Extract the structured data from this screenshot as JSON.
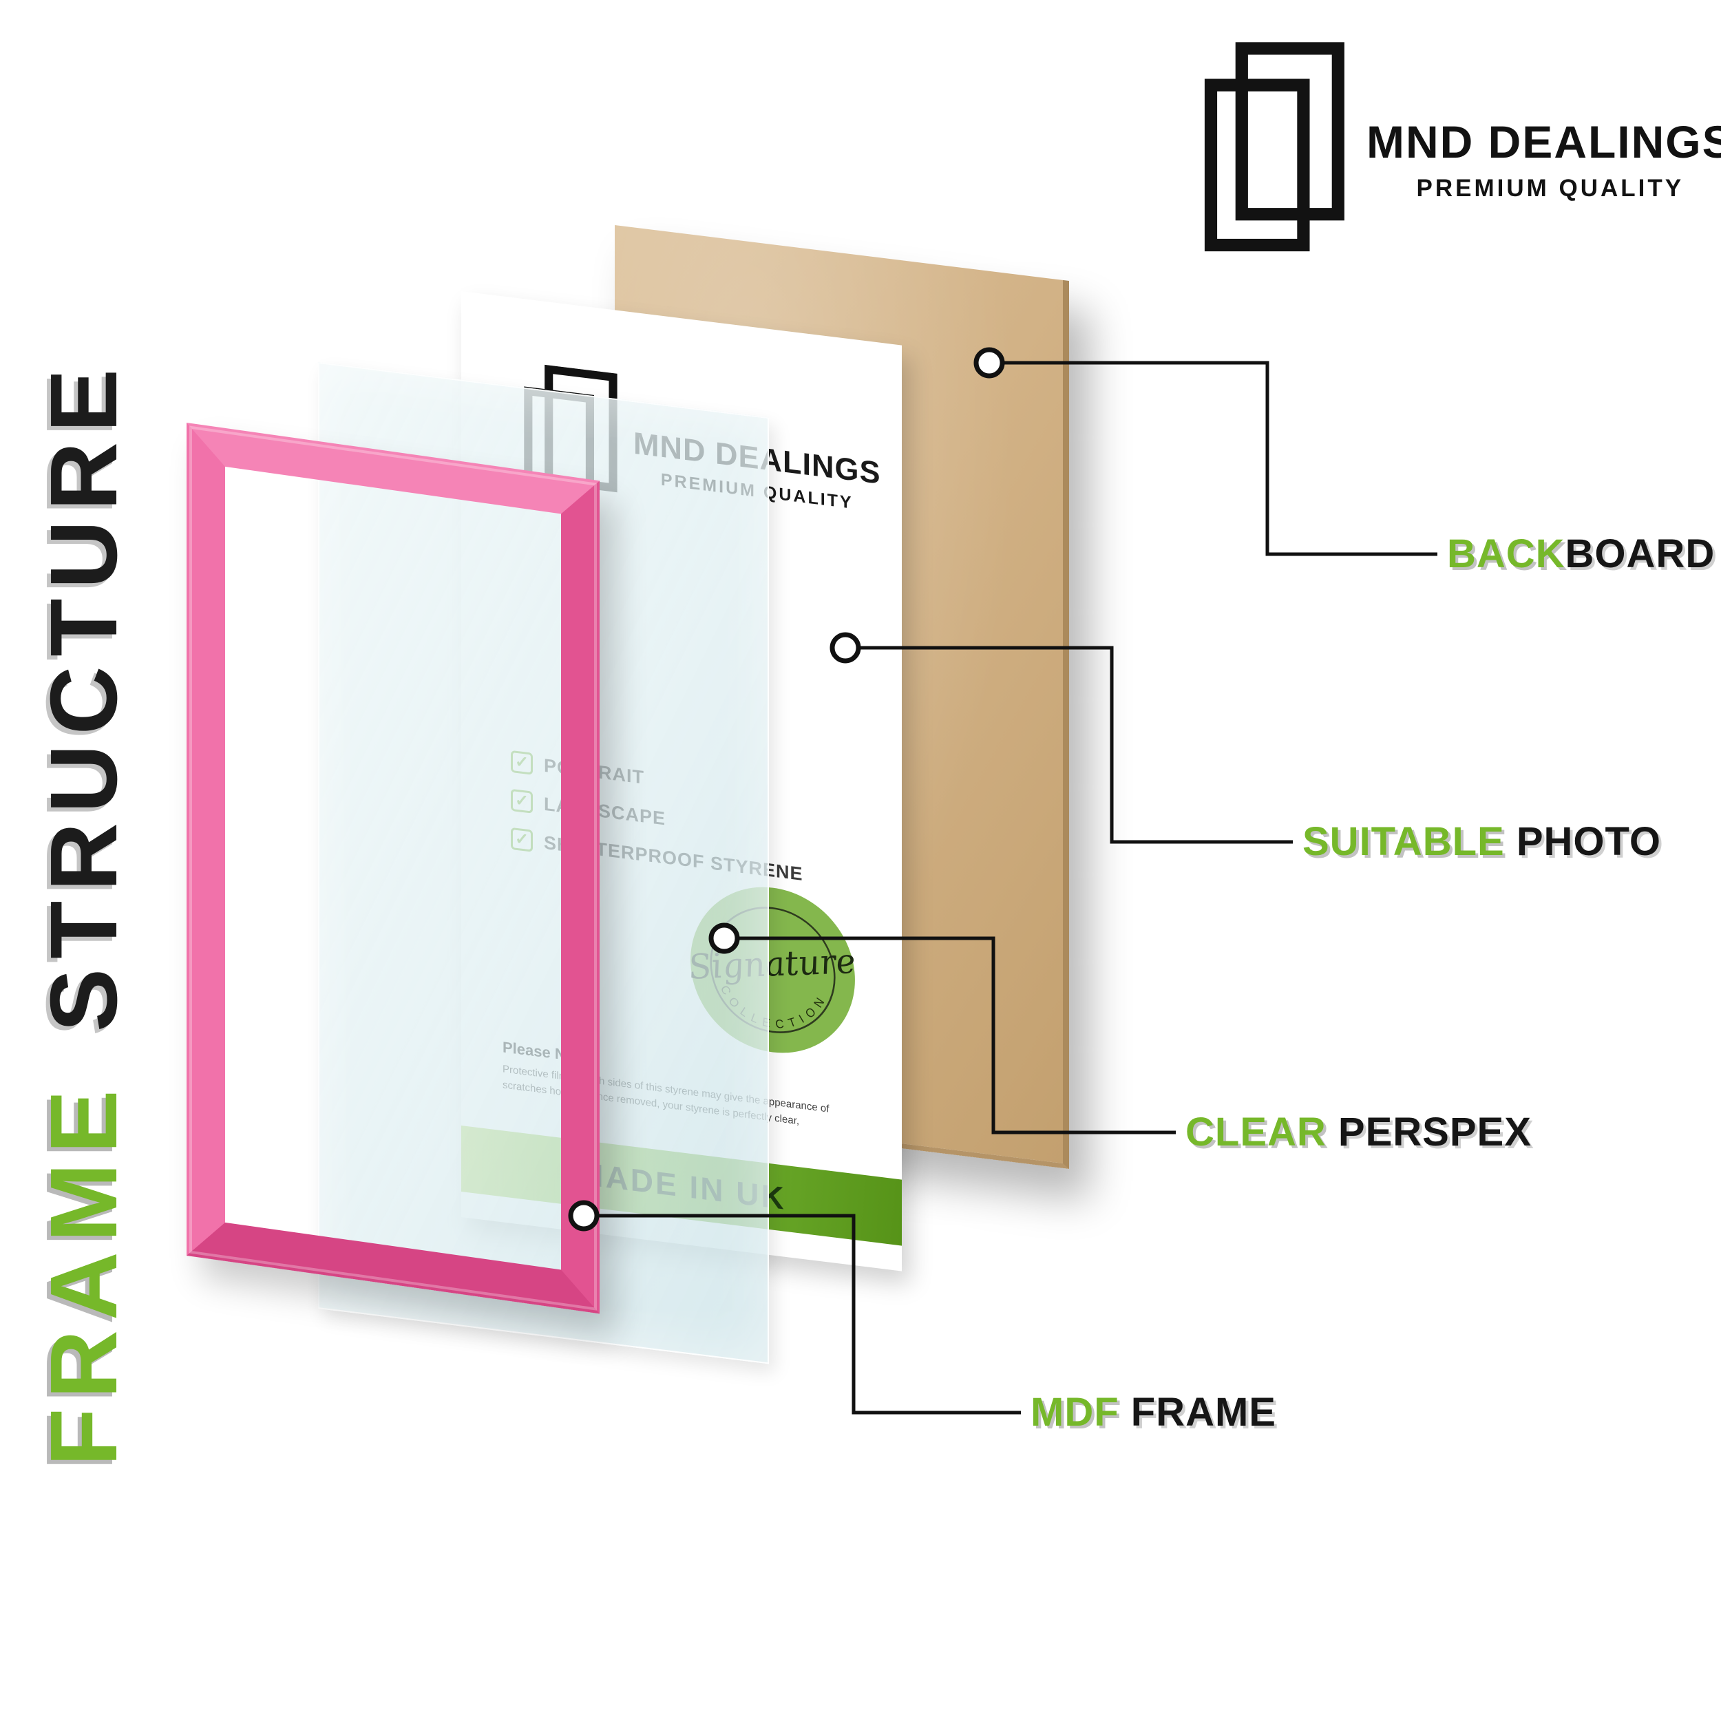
{
  "brand": {
    "name": "MND DEALINGS",
    "tagline": "PREMIUM QUALITY"
  },
  "side_title": {
    "line_green": "FRAME",
    "line_black": "STRUCTURE"
  },
  "sheet": {
    "brand_name": "MND DEALINGS",
    "brand_tagline": "PREMIUM QUALITY",
    "check_glyph": "✓",
    "checklist": [
      "PORTRAIT",
      "LANDSCAPE",
      "SHATTERPROOF STYRENE"
    ],
    "note_title": "Please Note:",
    "note_body": "Protective film on both sides of this styrene may give the appearance of scratches however once removed, your styrene is perfectly clear,",
    "banner_text": "MADE IN UK",
    "stamp_script": "Signature",
    "stamp_arc": "C O L L E C T I O N"
  },
  "callouts": [
    {
      "id": "backboard",
      "accent": "BACK",
      "rest": "BOARD"
    },
    {
      "id": "suitable-photo",
      "accent": "SUITABLE",
      "rest": " PHOTO"
    },
    {
      "id": "clear-perspex",
      "accent": "CLEAR",
      "rest": " PERSPEX"
    },
    {
      "id": "mdf-frame",
      "accent": "MDF",
      "rest": " FRAME"
    }
  ],
  "colors": {
    "accent_green": "#76b82a",
    "banner_green": "#6fae2c",
    "frame_pink": "#ee5f9f",
    "backboard_tan": "#d2b286",
    "ink_black": "#161616"
  }
}
